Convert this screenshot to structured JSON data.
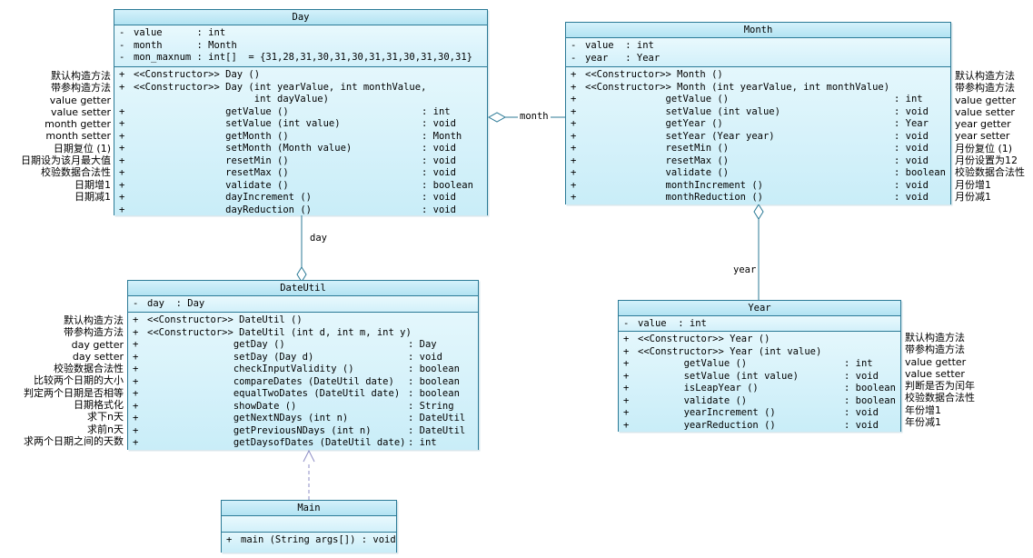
{
  "colors": {
    "box_border": "#2b7a96",
    "box_header_bg": "#b2e3f2",
    "box_body_bg": "#d9f3fa",
    "aggregation_line": "#2b7a96",
    "dependency_line": "#8e8ec6",
    "background": "#ffffff",
    "text": "#000000"
  },
  "classes": {
    "day": {
      "title": "Day",
      "attributes": [
        {
          "vis": "-",
          "sig": "value      : int",
          "typ": ""
        },
        {
          "vis": "-",
          "sig": "month      : Month",
          "typ": ""
        },
        {
          "vis": "-",
          "sig": "mon_maxnum : int[]  = {31,28,31,30,31,30,31,31,30,31,30,31}",
          "typ": ""
        }
      ],
      "methods": [
        {
          "vis": "+",
          "sig": "<<Constructor>> Day ()",
          "typ": ""
        },
        {
          "vis": "+",
          "sig": "<<Constructor>> Day (int yearValue, int monthValue,",
          "typ": ""
        },
        {
          "vis": "",
          "sig": "                     int dayValue)",
          "typ": ""
        },
        {
          "vis": "+",
          "sig": "                getValue ()",
          "typ": ": int"
        },
        {
          "vis": "+",
          "sig": "                setValue (int value)",
          "typ": ": void"
        },
        {
          "vis": "+",
          "sig": "                getMonth ()",
          "typ": ": Month"
        },
        {
          "vis": "+",
          "sig": "                setMonth (Month value)",
          "typ": ": void"
        },
        {
          "vis": "+",
          "sig": "                resetMin ()",
          "typ": ": void"
        },
        {
          "vis": "+",
          "sig": "                resetMax ()",
          "typ": ": void"
        },
        {
          "vis": "+",
          "sig": "                validate ()",
          "typ": ": boolean"
        },
        {
          "vis": "+",
          "sig": "                dayIncrement ()",
          "typ": ": void"
        },
        {
          "vis": "+",
          "sig": "                dayReduction ()",
          "typ": ": void"
        }
      ]
    },
    "month": {
      "title": "Month",
      "attributes": [
        {
          "vis": "-",
          "sig": "value  : int",
          "typ": ""
        },
        {
          "vis": "-",
          "sig": "year   : Year",
          "typ": ""
        }
      ],
      "methods": [
        {
          "vis": "+",
          "sig": "<<Constructor>> Month ()",
          "typ": ""
        },
        {
          "vis": "+",
          "sig": "<<Constructor>> Month (int yearValue, int monthValue)",
          "typ": ""
        },
        {
          "vis": "+",
          "sig": "              getValue ()",
          "typ": ": int"
        },
        {
          "vis": "+",
          "sig": "              setValue (int value)",
          "typ": ": void"
        },
        {
          "vis": "+",
          "sig": "              getYear ()",
          "typ": ": Year"
        },
        {
          "vis": "+",
          "sig": "              setYear (Year year)",
          "typ": ": void"
        },
        {
          "vis": "+",
          "sig": "              resetMin ()",
          "typ": ": void"
        },
        {
          "vis": "+",
          "sig": "              resetMax ()",
          "typ": ": void"
        },
        {
          "vis": "+",
          "sig": "              validate ()",
          "typ": ": boolean"
        },
        {
          "vis": "+",
          "sig": "              monthIncrement ()",
          "typ": ": void"
        },
        {
          "vis": "+",
          "sig": "              monthReduction ()",
          "typ": ": void"
        }
      ]
    },
    "dateutil": {
      "title": "DateUtil",
      "attributes": [
        {
          "vis": "-",
          "sig": "day  : Day",
          "typ": ""
        }
      ],
      "methods": [
        {
          "vis": "+",
          "sig": "<<Constructor>> DateUtil ()",
          "typ": ""
        },
        {
          "vis": "+",
          "sig": "<<Constructor>> DateUtil (int d, int m, int y)",
          "typ": ""
        },
        {
          "vis": "+",
          "sig": "               getDay ()",
          "typ": ": Day"
        },
        {
          "vis": "+",
          "sig": "               setDay (Day d)",
          "typ": ": void"
        },
        {
          "vis": "+",
          "sig": "               checkInputValidity ()",
          "typ": ": boolean"
        },
        {
          "vis": "+",
          "sig": "               compareDates (DateUtil date)",
          "typ": ": boolean"
        },
        {
          "vis": "+",
          "sig": "               equalTwoDates (DateUtil date)",
          "typ": ": boolean"
        },
        {
          "vis": "+",
          "sig": "               showDate ()",
          "typ": ": String"
        },
        {
          "vis": "+",
          "sig": "               getNextNDays (int n)",
          "typ": ": DateUtil"
        },
        {
          "vis": "+",
          "sig": "               getPreviousNDays (int n)",
          "typ": ": DateUtil"
        },
        {
          "vis": "+",
          "sig": "               getDaysofDates (DateUtil date)",
          "typ": ": int"
        }
      ]
    },
    "year": {
      "title": "Year",
      "attributes": [
        {
          "vis": "-",
          "sig": "value  : int",
          "typ": ""
        }
      ],
      "methods": [
        {
          "vis": "+",
          "sig": "<<Constructor>> Year ()",
          "typ": ""
        },
        {
          "vis": "+",
          "sig": "<<Constructor>> Year (int value)",
          "typ": ""
        },
        {
          "vis": "+",
          "sig": "        getValue ()",
          "typ": ": int"
        },
        {
          "vis": "+",
          "sig": "        setValue (int value)",
          "typ": ": void"
        },
        {
          "vis": "+",
          "sig": "        isLeapYear ()",
          "typ": ": boolean"
        },
        {
          "vis": "+",
          "sig": "        validate ()",
          "typ": ": boolean"
        },
        {
          "vis": "+",
          "sig": "        yearIncrement ()",
          "typ": ": void"
        },
        {
          "vis": "+",
          "sig": "        yearReduction ()",
          "typ": ": void"
        }
      ]
    },
    "main": {
      "title": "Main",
      "attributes": [],
      "methods": [
        {
          "vis": "+",
          "sig": "main (String args[]) : void",
          "typ": ""
        }
      ]
    }
  },
  "edges": {
    "day_month": {
      "label": "month",
      "type": "aggregation"
    },
    "dateutil_day": {
      "label": "day",
      "type": "aggregation"
    },
    "month_year": {
      "label": "year",
      "type": "aggregation"
    },
    "main_dateutil": {
      "label": "",
      "type": "dependency"
    }
  },
  "annotations": {
    "day_left": [
      "默认构造方法",
      "带参构造方法",
      "value getter",
      "value setter",
      "month getter",
      "month setter",
      "日期复位 (1)",
      "日期设为该月最大值",
      "校验数据合法性",
      "日期增1",
      "日期减1"
    ],
    "month_right": [
      "默认构造方法",
      "带参构造方法",
      "value getter",
      "value setter",
      "year getter",
      "year setter",
      "月份复位 (1)",
      "月份设置为12",
      "校验数据合法性",
      "月份增1",
      "月份减1"
    ],
    "dateutil_left": [
      "默认构造方法",
      "带参构造方法",
      "day getter",
      "day setter",
      "校验数据合法性",
      "比较两个日期的大小",
      "判定两个日期是否相等",
      "日期格式化",
      "求下n天",
      "求前n天",
      "求两个日期之间的天数"
    ],
    "year_right": [
      "默认构造方法",
      "带参构造方法",
      "value getter",
      "value setter",
      "判断是否为闰年",
      "校验数据合法性",
      "年份增1",
      "年份减1"
    ]
  }
}
